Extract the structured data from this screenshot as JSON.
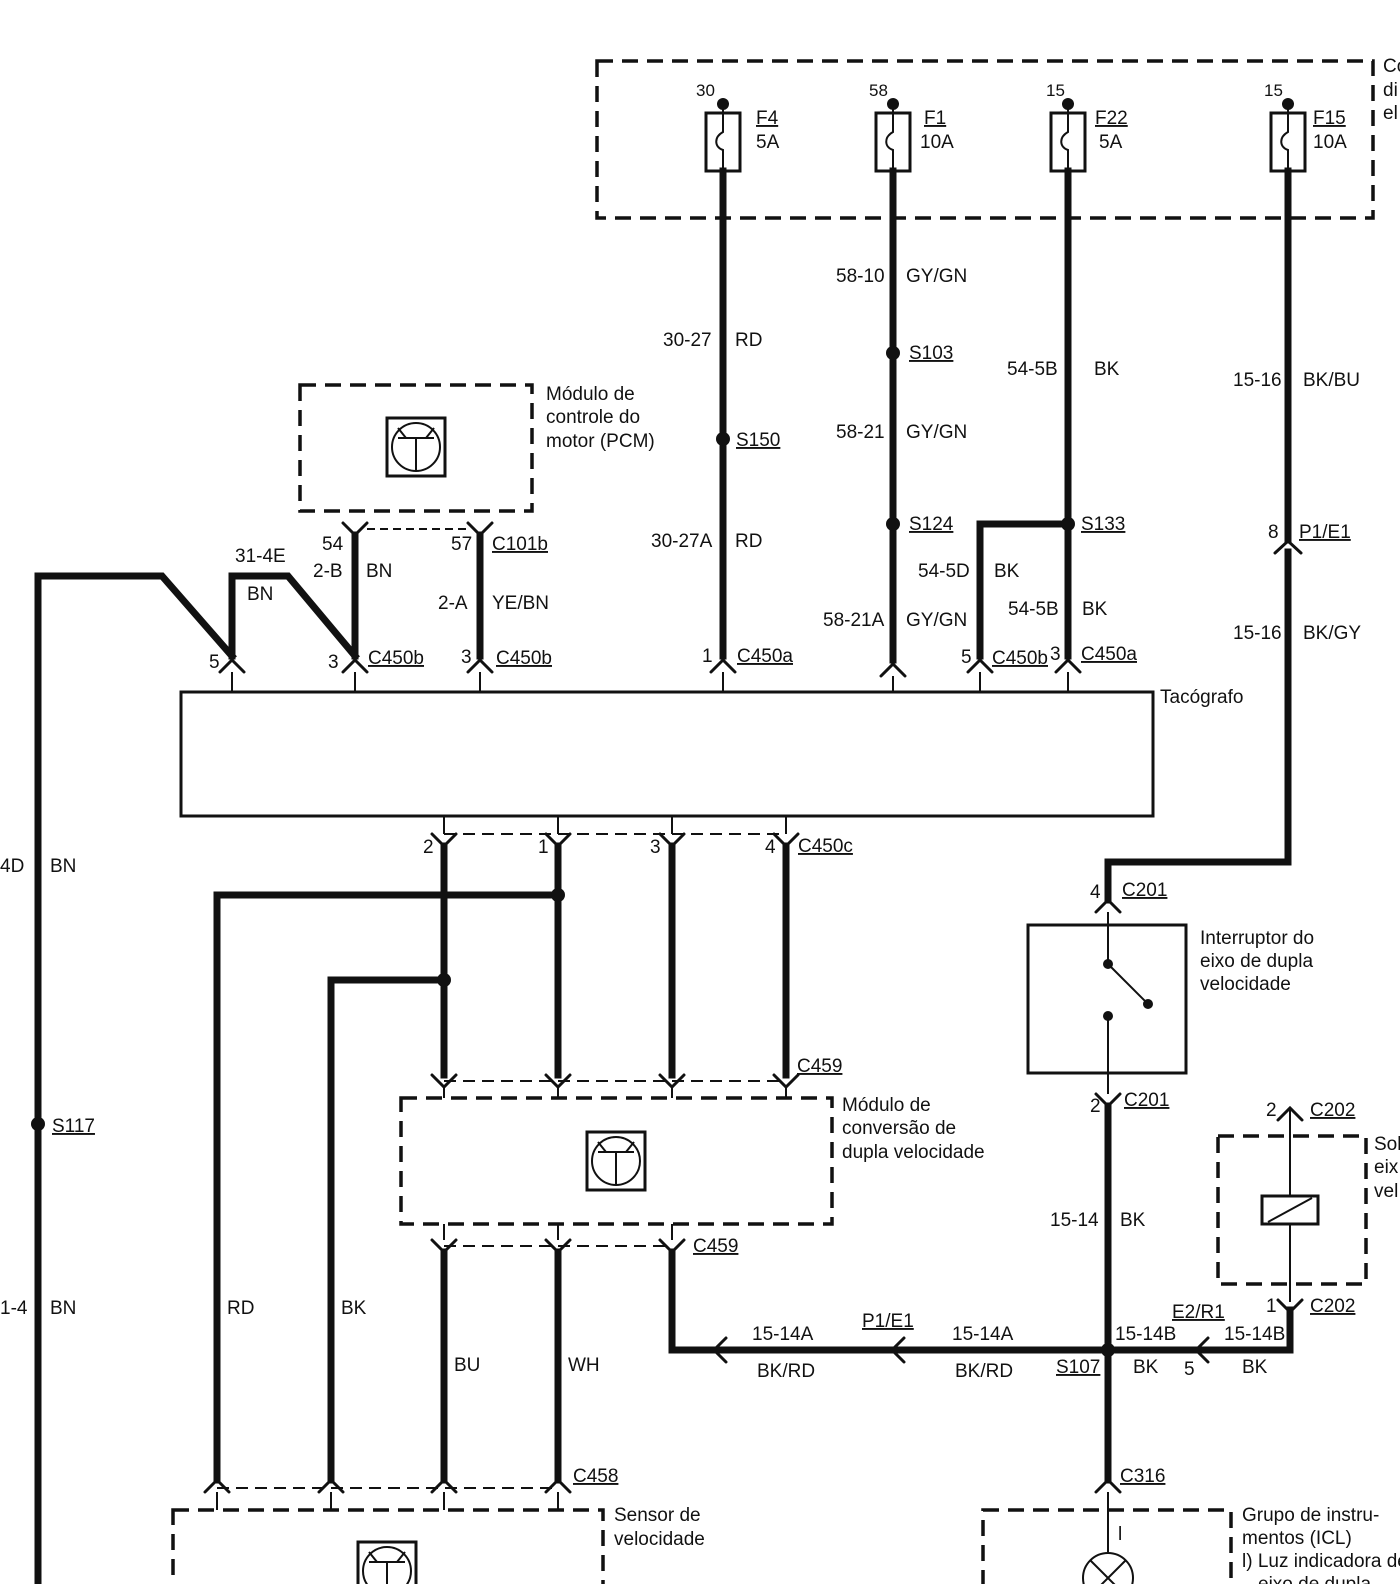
{
  "fuse_box": {
    "label_lines": [
      "Co",
      "di",
      "el"
    ],
    "fuses": [
      {
        "terminal": "30",
        "name": "F4",
        "rating": "5A"
      },
      {
        "terminal": "58",
        "name": "F1",
        "rating": "10A"
      },
      {
        "terminal": "15",
        "name": "F22",
        "rating": "5A"
      },
      {
        "terminal": "15",
        "name": "F15",
        "rating": "10A"
      }
    ]
  },
  "wires": {
    "w30_27": {
      "id": "30-27",
      "color": "RD"
    },
    "w30_27A": {
      "id": "30-27A",
      "color": "RD"
    },
    "w58_10": {
      "id": "58-10",
      "color": "GY/GN"
    },
    "w58_21": {
      "id": "58-21",
      "color": "GY/GN"
    },
    "w58_21A": {
      "id": "58-21A",
      "color": "GY/GN"
    },
    "w54_5B_top": {
      "id": "54-5B",
      "color": "BK"
    },
    "w54_5D": {
      "id": "54-5D",
      "color": "BK"
    },
    "w54_5B_low": {
      "id": "54-5B",
      "color": "BK"
    },
    "w15_16_top": {
      "id": "15-16",
      "color": "BK/BU"
    },
    "w15_16_low": {
      "id": "15-16",
      "color": "BK/GY"
    },
    "w31_4E": {
      "id": "31-4E",
      "color": "BN"
    },
    "w2_B": {
      "id": "2-B",
      "color": "BN"
    },
    "w2_A": {
      "id": "2-A",
      "color": "YE/BN"
    },
    "w_left_top": {
      "id": "4D",
      "color": "BN"
    },
    "w_left_low": {
      "id": "1-4",
      "color": "BN"
    },
    "w15_14": {
      "id": "15-14",
      "color": "BK"
    },
    "w15_14A_l": {
      "id": "15-14A",
      "color": "BK/RD"
    },
    "w15_14A_r": {
      "id": "15-14A",
      "color": "BK/RD"
    },
    "w15_14B_l": {
      "id": "15-14B",
      "color": "BK"
    },
    "w15_14B_r": {
      "id": "15-14B",
      "color": "BK"
    },
    "w_rd": {
      "color": "RD"
    },
    "w_bk": {
      "color": "BK"
    },
    "w_bu": {
      "color": "BU"
    },
    "w_wh": {
      "color": "WH"
    }
  },
  "splices": {
    "s150": "S150",
    "s103": "S103",
    "s124": "S124",
    "s133": "S133",
    "s117": "S117",
    "s107": "S107"
  },
  "connectors": {
    "c450a_1": {
      "name": "C450a",
      "pin": "1"
    },
    "c450a_3": {
      "name": "C450a",
      "pin": "3"
    },
    "c450b_5l": {
      "name": "C450b",
      "pin": "5"
    },
    "c450b_3a": {
      "name": "C450b",
      "pin": "3"
    },
    "c450b_3b": {
      "name": "C450b",
      "pin": "3"
    },
    "c450b_5r": {
      "name": "C450b",
      "pin": "5"
    },
    "c101b": {
      "name": "C101b",
      "pin_a": "54",
      "pin_b": "57"
    },
    "p1e1_top": {
      "name": "P1/E1",
      "pin": "8"
    },
    "p1e1_low": {
      "name": "P1/E1"
    },
    "e2r1": {
      "name": "E2/R1",
      "pin": "5"
    },
    "c450c": {
      "name": "C450c",
      "pins": [
        "2",
        "1",
        "3",
        "4"
      ]
    },
    "c459_top": {
      "name": "C459"
    },
    "c459_low": {
      "name": "C459"
    },
    "c458": {
      "name": "C458"
    },
    "c201_top": {
      "name": "C201",
      "pin": "4"
    },
    "c201_low": {
      "name": "C201",
      "pin": "2"
    },
    "c202_top": {
      "name": "C202",
      "pin": "2"
    },
    "c202_low": {
      "name": "C202",
      "pin": "1"
    },
    "c316": {
      "name": "C316"
    }
  },
  "components": {
    "pcm": [
      "Módulo de",
      "controle do",
      "motor (PCM)"
    ],
    "tachograph": "Tacógrafo",
    "conversion_module": [
      "Módulo de",
      "conversão de",
      "dupla velocidade"
    ],
    "switch": [
      "Interruptor do",
      "eixo de dupla",
      "velocidade"
    ],
    "solenoid": [
      "Sol",
      "eix",
      "vel"
    ],
    "speed_sensor": [
      "Sensor de",
      "velocidade"
    ],
    "icl": [
      "Grupo de instru-",
      "mentos (ICL)",
      "l) Luz indicadora de",
      "eixo de dupla"
    ],
    "icl_pin": "l"
  }
}
